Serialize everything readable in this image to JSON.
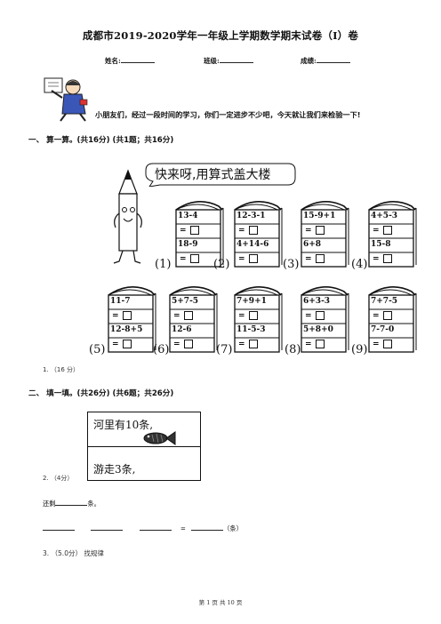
{
  "title": "成都市2019-2020学年一年级上学期数学期末试卷（I）卷",
  "info": {
    "name_label": "姓名:",
    "class_label": "班级:",
    "score_label": "成绩:"
  },
  "intro": "小朋友们，经过一段时间的学习，你们一定进步不少吧，今天就让我们来检验一下!",
  "section1": {
    "heading": "一、 算一算。(共16分)  (共1题；共16分)",
    "speech": "快来呀,用算式盖大楼",
    "buildings": [
      {
        "num": "(1)",
        "rows": [
          "13-4",
          "18-9"
        ]
      },
      {
        "num": "(2)",
        "rows": [
          "12-3-1",
          "4+14-6"
        ]
      },
      {
        "num": "(3)",
        "rows": [
          "15-9+1",
          "6+8"
        ]
      },
      {
        "num": "(4)",
        "rows": [
          "4+5-3",
          "15-8"
        ]
      },
      {
        "num": "(5)",
        "rows": [
          "11-7",
          "12-8+5"
        ]
      },
      {
        "num": "(6)",
        "rows": [
          "5+7-5",
          "12-6"
        ]
      },
      {
        "num": "(7)",
        "rows": [
          "7+9+1",
          "11-5-3"
        ]
      },
      {
        "num": "(8)",
        "rows": [
          "6+3-3",
          "5+8+0"
        ]
      },
      {
        "num": "(9)",
        "rows": [
          "7+7-5",
          "7-7-0"
        ]
      }
    ],
    "eq": "=",
    "q1": "1. （16 分）"
  },
  "section2": {
    "heading": "二、 填一填。(共26分)  (共6题；共26分)",
    "box_top": "河里有10条,",
    "box_bottom": "游走3条,",
    "q2": "2. （4分）",
    "left_text_a": "还剩",
    "left_text_b": "条。",
    "eq_sign": "=",
    "unit": "（条）",
    "q3": "3. （5.0分） 找规律"
  },
  "footer": "第 1 页 共 10 页"
}
